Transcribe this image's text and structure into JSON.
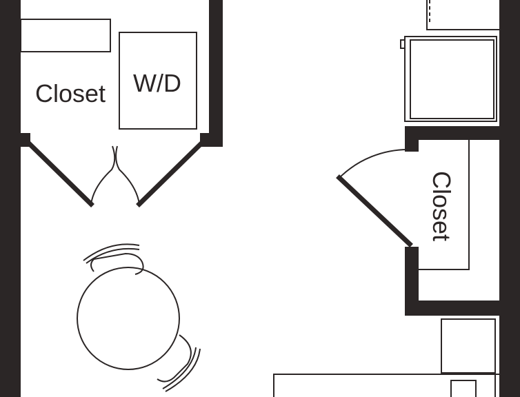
{
  "rooms": {
    "left_closet": "Closet",
    "washer_dryer": "W/D",
    "right_closet": "Closet"
  },
  "colors": {
    "wall": "#2b2626",
    "background": "#ffffff"
  }
}
